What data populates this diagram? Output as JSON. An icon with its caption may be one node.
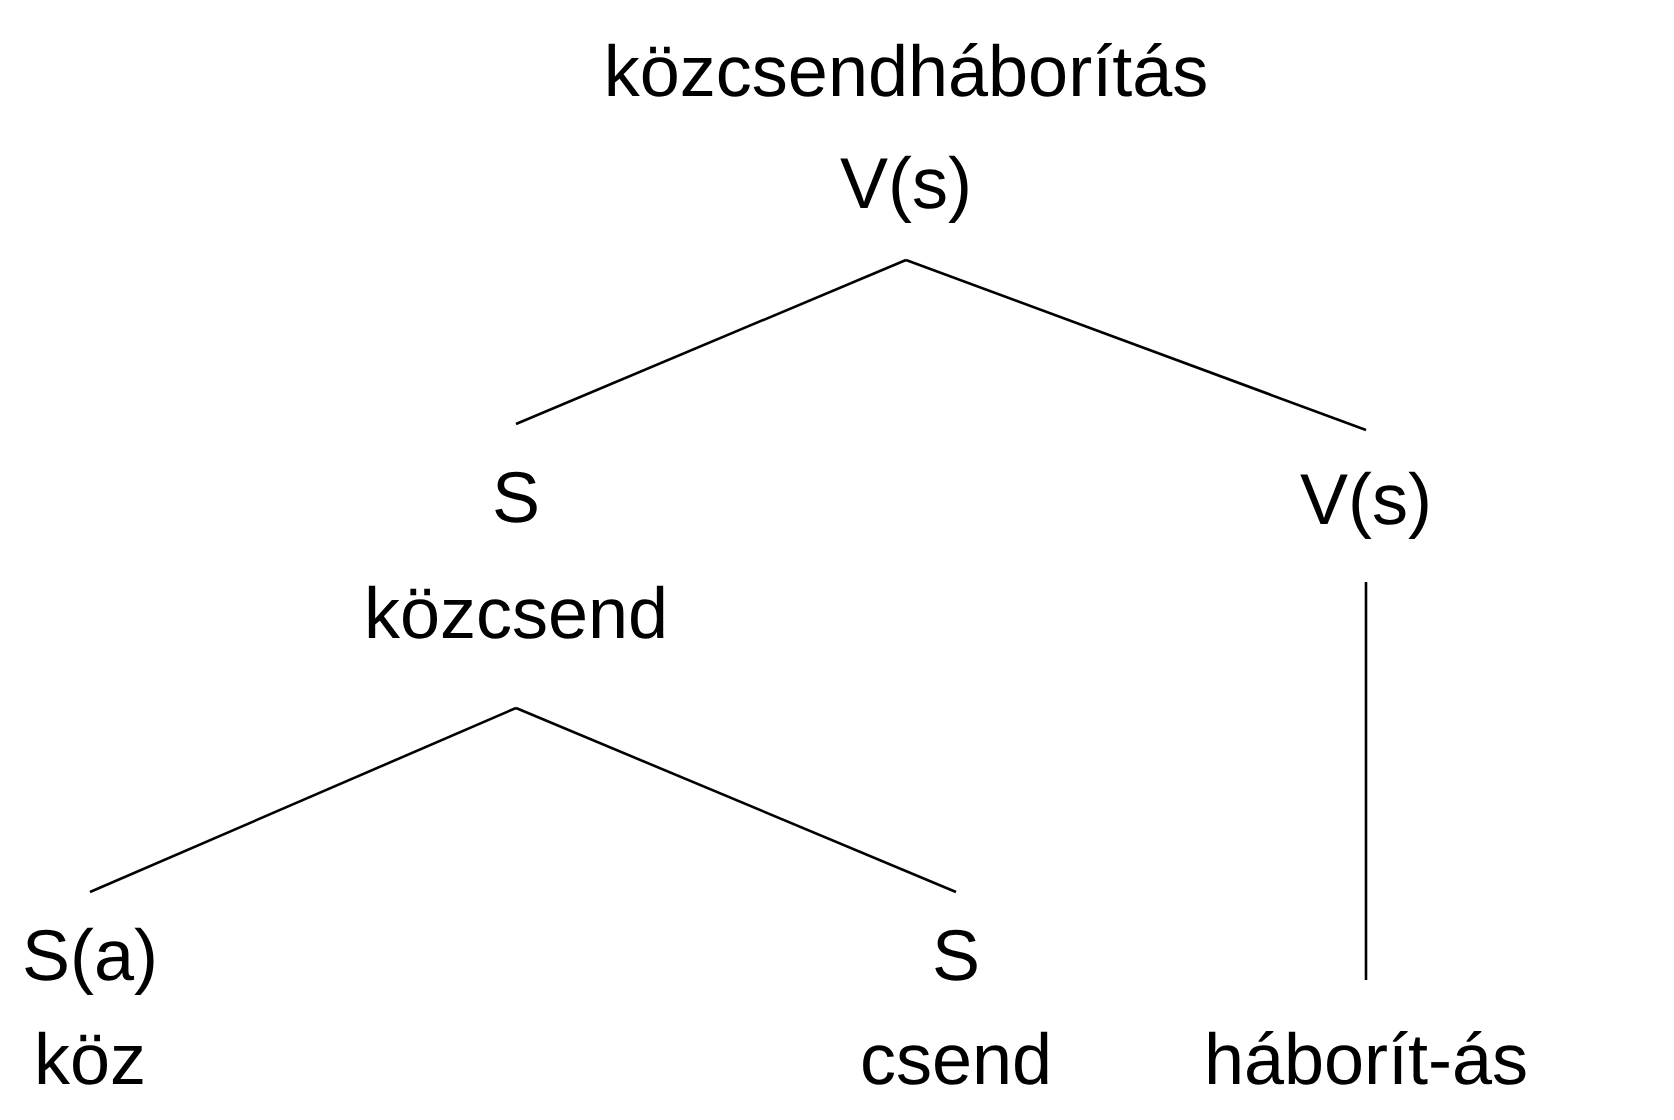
{
  "diagram": {
    "nodes": [
      {
        "text": [
          "közcsendháborítás",
          "V(s)"
        ]
      },
      {
        "text": [
          "S",
          "közcsend"
        ]
      },
      {
        "text": [
          "V(s)"
        ]
      },
      {
        "text": [
          "S(a)",
          "köz"
        ]
      },
      {
        "text": [
          "S",
          "csend"
        ]
      },
      {
        "text": [
          "háborít-ás"
        ]
      }
    ],
    "edges": [
      {
        "from": 0,
        "to": 1,
        "arrow": "none"
      },
      {
        "from": 0,
        "to": 2,
        "arrow": "none"
      },
      {
        "from": 1,
        "to": 3,
        "arrow": "none"
      },
      {
        "from": 1,
        "to": 4,
        "arrow": "none"
      },
      {
        "from": 2,
        "to": 5,
        "arrow": "none"
      }
    ]
  }
}
